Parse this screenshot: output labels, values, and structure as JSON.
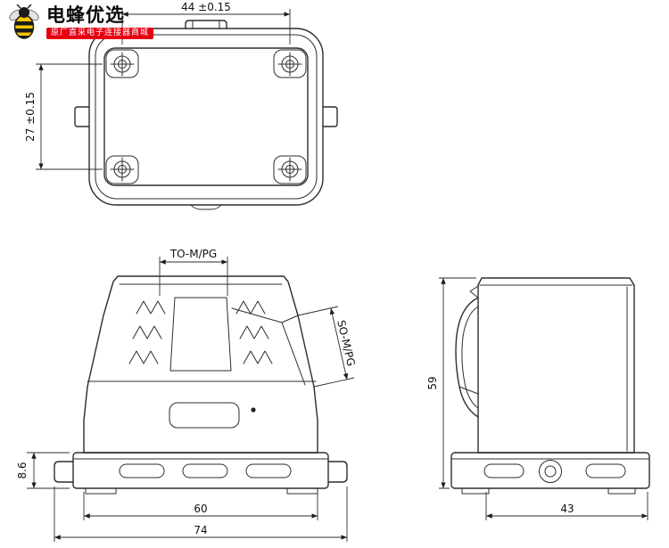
{
  "logo": {
    "brand": "电蜂优选",
    "tagline": "原厂直采电子连接器商城"
  },
  "colors": {
    "line": "#2d2d2d",
    "brand_yellow": "#f5c400",
    "brand_red": "#e60012"
  },
  "views": {
    "top_view": {
      "dim_horizontal": "44 ±0.15",
      "dim_vertical": "27 ±0.15"
    },
    "front_view": {
      "dim_top_entry": "TO-M/PG",
      "dim_side_entry": "SO-M/PG",
      "dim_flange_height": "8.6",
      "dim_width_inner": "60",
      "dim_width_outer": "74"
    },
    "side_view": {
      "dim_height": "59",
      "dim_depth": "43"
    }
  }
}
